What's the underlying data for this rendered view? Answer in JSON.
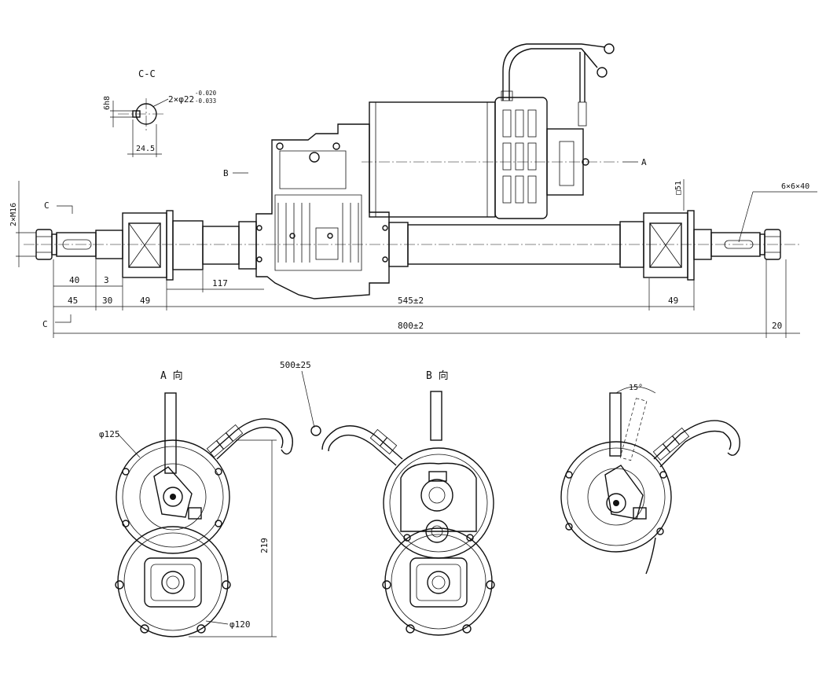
{
  "section_view": {
    "title": "C-C",
    "key_width": "6h8",
    "shaft_spec_main": "2×φ22",
    "shaft_tol_upper": "-0.020",
    "shaft_tol_lower": "-0.033",
    "key_offset": "24.5"
  },
  "side_view": {
    "view_arrow_a": "A",
    "view_arrow_b": "B",
    "section_marker_top": "C",
    "section_marker_bottom": "C",
    "thread_spec": "2×M16",
    "bearing_dia": "□51",
    "keyway_spec": "6×6×40",
    "dimensions": {
      "d40": "40",
      "d3": "3",
      "d117": "117",
      "d45": "45",
      "d30": "30",
      "d49_left": "49",
      "d545": "545±2",
      "d49_right": "49",
      "d800": "800±2",
      "d20": "20"
    }
  },
  "view_a": {
    "title": "A 向",
    "dia_motor": "φ125",
    "dia_gear": "φ120",
    "height": "219",
    "cable_length": "500±25"
  },
  "view_b": {
    "title": "B 向"
  },
  "view_brake": {
    "angle": "15°"
  }
}
